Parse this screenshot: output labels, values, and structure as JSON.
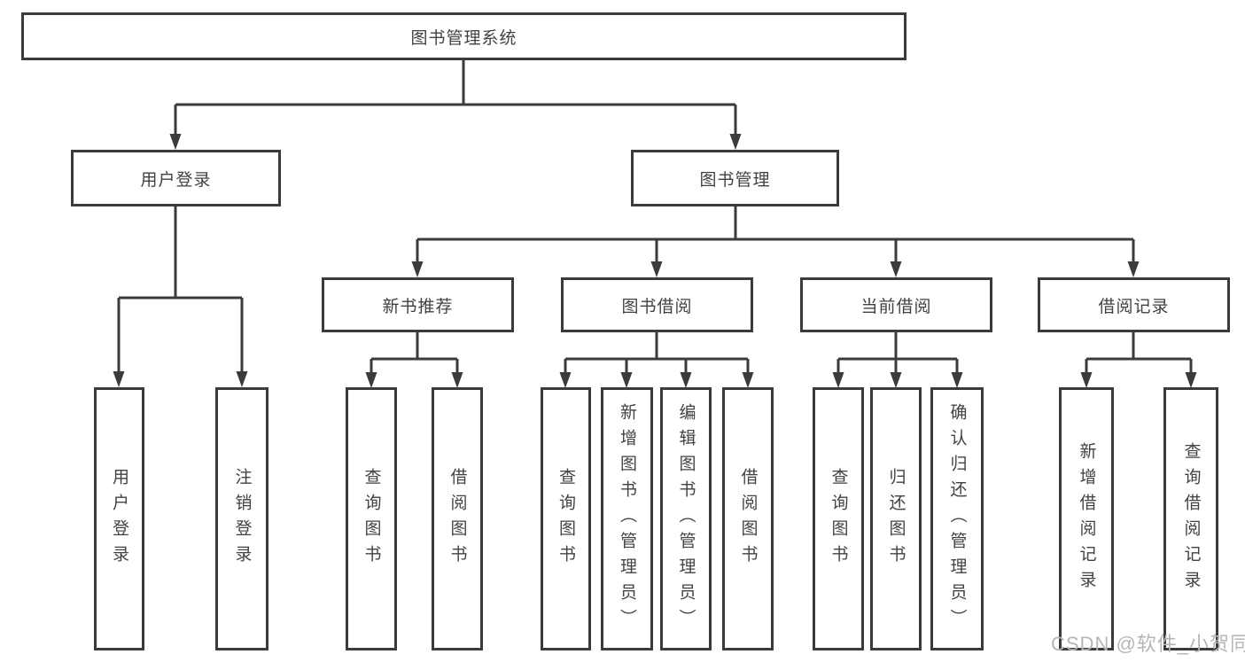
{
  "diagram": {
    "root": {
      "label": "图书管理系统"
    },
    "branches": [
      {
        "label": "用户登录",
        "children": [
          {
            "label": "用户登录"
          },
          {
            "label": "注销登录"
          }
        ]
      },
      {
        "label": "图书管理",
        "children": [
          {
            "label": "新书推荐",
            "children": [
              {
                "label": "查询图书"
              },
              {
                "label": "借阅图书"
              }
            ]
          },
          {
            "label": "图书借阅",
            "children": [
              {
                "label": "查询图书"
              },
              {
                "label": "新增图书（管理员）"
              },
              {
                "label": "编辑图书（管理员）"
              },
              {
                "label": "借阅图书"
              }
            ]
          },
          {
            "label": "当前借阅",
            "children": [
              {
                "label": "查询图书"
              },
              {
                "label": "归还图书"
              },
              {
                "label": "确认归还（管理员）"
              }
            ]
          },
          {
            "label": "借阅记录",
            "children": [
              {
                "label": "新增借阅记录"
              },
              {
                "label": "查询借阅记录"
              }
            ]
          }
        ]
      }
    ]
  },
  "watermark": {
    "text": "CSDN @软件_小贺同学"
  },
  "colors": {
    "line": "#3b3b3b",
    "text": "#424242",
    "box_background": "#ffffff",
    "page_background": "#ffffff",
    "watermark": "#b6b6b6"
  }
}
